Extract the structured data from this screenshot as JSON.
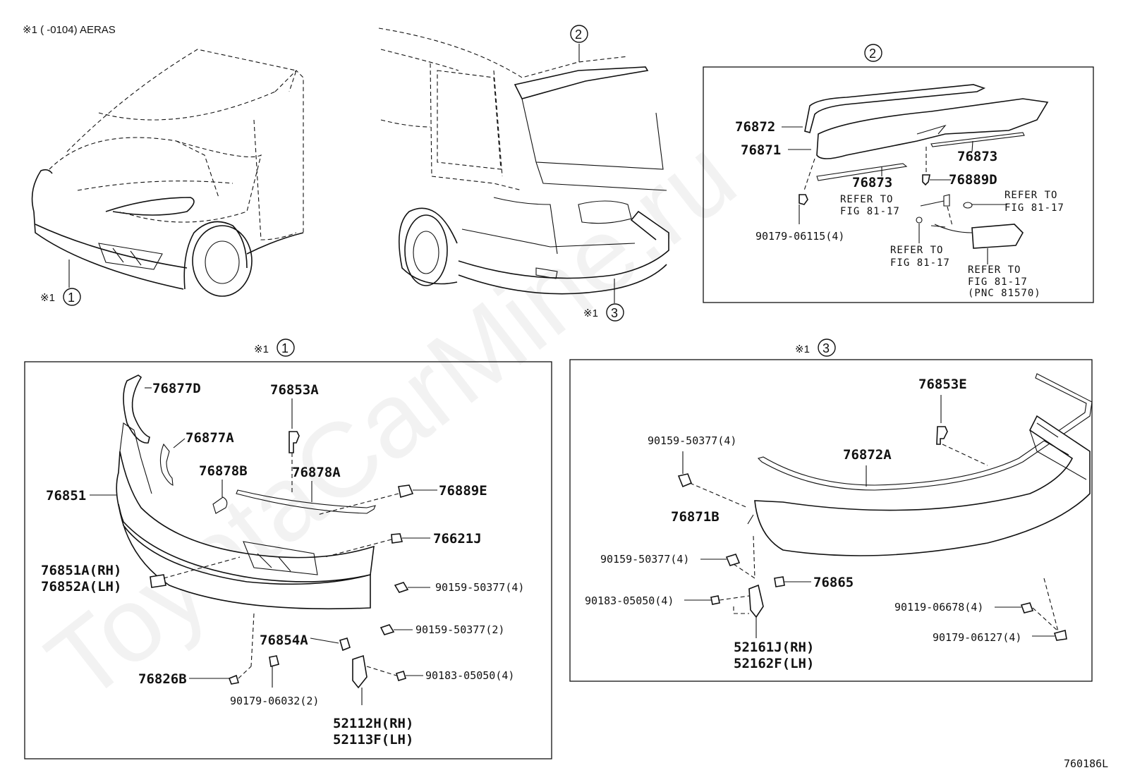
{
  "header_note": "※1 (      -0104) AERAS",
  "diagram_code": "760186L",
  "watermark": "ToyotaCarMine.ru",
  "callouts": {
    "one": "1",
    "two": "2",
    "three": "3",
    "note_mark": "※1"
  },
  "spoiler_panel": {
    "labels": {
      "p76872": "76872",
      "p76871": "76871",
      "p76873_right": "76873",
      "p76873_left": "76873",
      "p76889d": "76889D",
      "p90179_06115": "90179-06115(4)"
    },
    "refs": {
      "ref1_a": "REFER TO",
      "ref1_b": "FIG 81-17",
      "ref2_a": "REFER TO",
      "ref2_b": "FIG 81-17",
      "ref3_a": "REFER TO",
      "ref3_b": "FIG 81-17",
      "ref4_a": "REFER TO",
      "ref4_b": "FIG 81-17",
      "ref4_c": "(PNC 81570)"
    }
  },
  "front_panel": {
    "labels": {
      "p76877d": "76877D",
      "p76853a": "76853A",
      "p76877a": "76877A",
      "p76878b": "76878B",
      "p76878a": "76878A",
      "p76851": "76851",
      "p76889e": "76889E",
      "p76621j": "76621J",
      "p76851a": "76851A(RH)",
      "p76852a": "76852A(LH)",
      "p90159_50377_4": "90159-50377(4)",
      "p90159_50377_2": "90159-50377(2)",
      "p76854a": "76854A",
      "p90183_05050": "90183-05050(4)",
      "p76826b": "76826B",
      "p90179_06032": "90179-06032(2)",
      "p52112h": "52112H(RH)",
      "p52113f": "52113F(LH)"
    }
  },
  "rear_panel": {
    "labels": {
      "p76853e": "76853E",
      "p90159_50377_a": "90159-50377(4)",
      "p76872a": "76872A",
      "p76871b": "76871B",
      "p90159_50377_b": "90159-50377(4)",
      "p76865": "76865",
      "p90183_05050": "90183-05050(4)",
      "p90119_06678": "90119-06678(4)",
      "p90179_06127": "90179-06127(4)",
      "p52161j": "52161J(RH)",
      "p52162f": "52162F(LH)"
    }
  }
}
